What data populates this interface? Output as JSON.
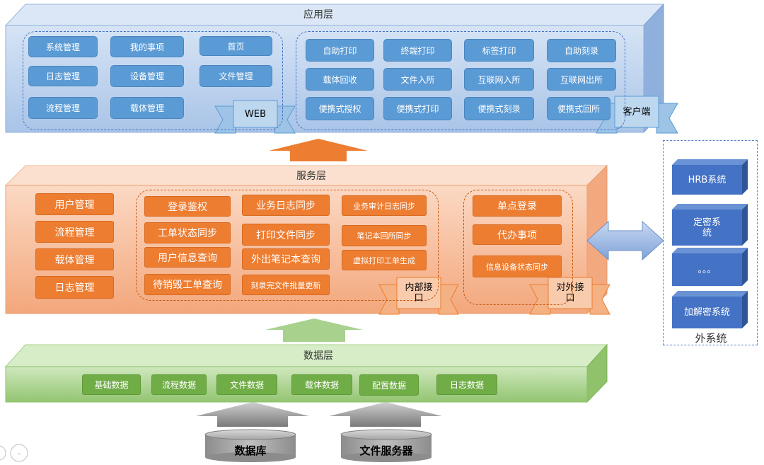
{
  "app_layer": {
    "title": "应用层",
    "web_group": {
      "items": [
        "系统管理",
        "我的事项",
        "首页",
        "日志管理",
        "设备管理",
        "文件管理",
        "流程管理",
        "载体管理"
      ],
      "ribbon": "WEB"
    },
    "client_group": {
      "items": [
        "自助打印",
        "终端打印",
        "标签打印",
        "自助刻录",
        "载体回收",
        "文件入所",
        "互联网入所",
        "互联网出所",
        "便携式授权",
        "便携式打印",
        "便携式刻录",
        "便携式回所"
      ],
      "ribbon": "客户端"
    }
  },
  "service_layer": {
    "title": "服务层",
    "left_items": [
      "用户管理",
      "流程管理",
      "载体管理",
      "日志管理"
    ],
    "internal_group": {
      "items": [
        "登录鉴权",
        "业务日志同步",
        "业务审计日志同步",
        "工单状态同步",
        "打印文件同步",
        "笔记本回所同步",
        "用户信息查询",
        "外出笔记本查询",
        "虚拟打印工单生成",
        "待销毁工单查询",
        "刻录完文件批量更新"
      ],
      "ribbon": "内部接口"
    },
    "external_group": {
      "items": [
        "单点登录",
        "代办事项",
        "信息设备状态同步"
      ],
      "ribbon": "对外接口"
    }
  },
  "data_layer": {
    "title": "数据层",
    "items": [
      "基础数据",
      "流程数据",
      "文件数据",
      "载体数据",
      "配置数据",
      "日志数据"
    ]
  },
  "storage": [
    "数据库",
    "文件服务器"
  ],
  "external_systems": {
    "label": "外系统",
    "items": [
      "HRB系统",
      "定密系统",
      "。。。",
      "加解密系统"
    ]
  },
  "colors": {
    "app_face": "#c5d9f0",
    "app_accent": "#5b9bd5",
    "service_face": "#f8c9ad",
    "service_accent": "#ed7d31",
    "data_face": "#b7dd9b",
    "data_accent": "#70ad47",
    "external_box": "#4472c4"
  }
}
